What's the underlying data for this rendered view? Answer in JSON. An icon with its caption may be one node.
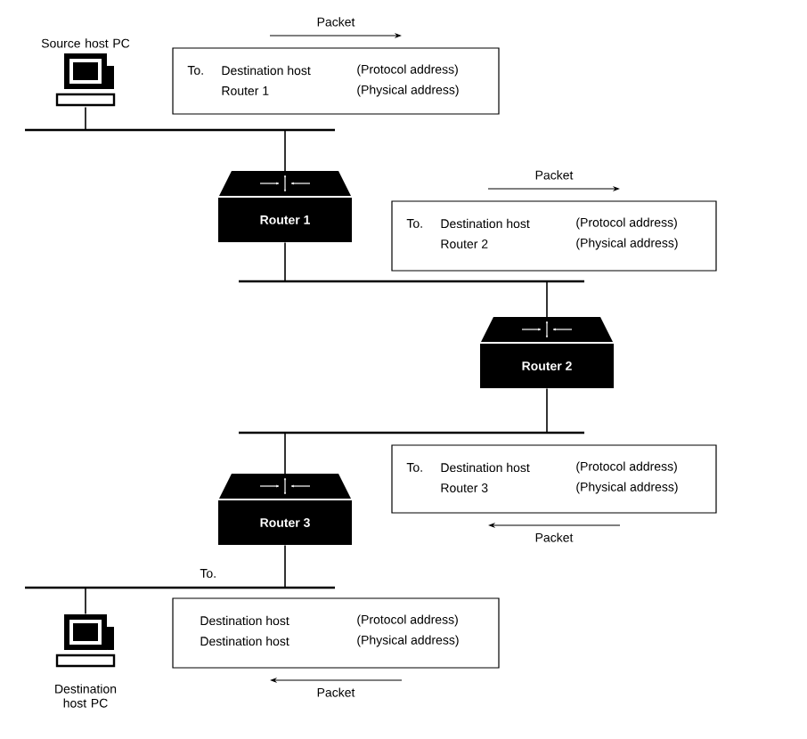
{
  "diagram": {
    "nodes": [
      {
        "text": [
          "Source host PC"
        ]
      },
      {
        "text": [],
        "shape": "bar"
      },
      {
        "text": [
          "To.",
          "Destination host",
          "(Protocol address)",
          "Router 1",
          "(Physical address)"
        ],
        "beside": [
          "Packet"
        ]
      },
      {
        "text": [
          "Router 1"
        ]
      },
      {
        "text": [],
        "shape": "bar"
      },
      {
        "text": [
          "To.",
          "Destination host",
          "(Protocol address)",
          "Router 2",
          "(Physical address)"
        ],
        "beside": [
          "Packet"
        ]
      },
      {
        "text": [
          "Router 2"
        ]
      },
      {
        "text": [],
        "shape": "bar"
      },
      {
        "text": [
          "To.",
          "Destination host",
          "(Protocol address)",
          "Router 3",
          "(Physical address)"
        ],
        "beside": [
          "Packet"
        ]
      },
      {
        "text": [
          "Router 3"
        ]
      },
      {
        "text": [],
        "shape": "bar"
      },
      {
        "text": [
          "Destination host",
          "(Protocol address)",
          "Destination host",
          "(Physical address)"
        ],
        "beside": [
          "Packet"
        ]
      },
      {
        "text": [
          "Destination host PC"
        ]
      }
    ],
    "edges": [
      {
        "from": 0,
        "to": 1,
        "arrow": "none"
      },
      {
        "from": 1,
        "to": 3,
        "arrow": "none"
      },
      {
        "from": 3,
        "to": 4,
        "arrow": "none"
      },
      {
        "from": 4,
        "to": 6,
        "arrow": "none"
      },
      {
        "from": 6,
        "to": 7,
        "arrow": "none"
      },
      {
        "from": 7,
        "to": 9,
        "arrow": "none"
      },
      {
        "from": 9,
        "to": 10,
        "arrow": "none"
      },
      {
        "from": 10,
        "to": 12,
        "arrow": "none"
      }
    ],
    "labels": [
      "To."
    ]
  }
}
